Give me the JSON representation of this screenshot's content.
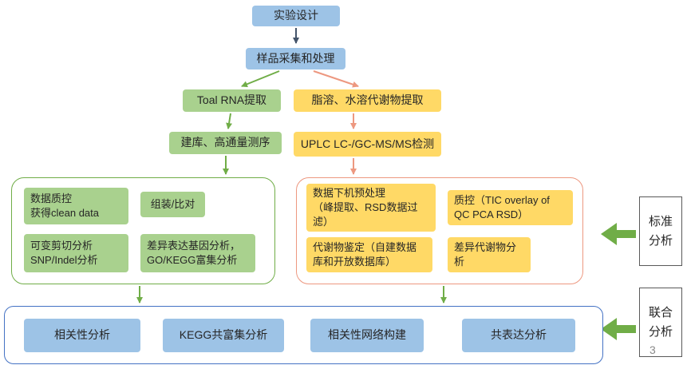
{
  "colors": {
    "blue_fill": "#9DC3E6",
    "green_fill": "#A9D18E",
    "yellow_fill": "#FFD966",
    "green_accent": "#70AD47",
    "salmon_accent": "#ED9880",
    "blue_accent": "#4472C4",
    "dark_arrow": "#44546A"
  },
  "flow": {
    "experiment_design": "实验设计",
    "sample_processing": "样品采集和处理",
    "rna_extraction": "Toal RNA提取",
    "metabolite_extraction": "脂溶、水溶代谢物提取",
    "library_sequencing": "建库、高通量测序",
    "ms_detection": "UPLC LC-/GC-MS/MS检测"
  },
  "transcriptome_panel": {
    "data_qc": "数据质控\n获得clean data",
    "assembly": "组装/比对",
    "splicing": "可变剪切分析\nSNP/Indel分析",
    "dge": "差异表达基因分析，\nGO/KEGG富集分析"
  },
  "metabolome_panel": {
    "preprocessing": "数据下机预处理\n（峰提取、RSD数据过滤）",
    "qc": "质控（TIC overlay of QC PCA RSD）",
    "identification": "代谢物鉴定（自建数据库和开放数据库）",
    "differential": "差异代谢物分析"
  },
  "joint_panel": {
    "correlation": "相关性分析",
    "kegg_enrichment": "KEGG共富集分析",
    "network": "相关性网络构建",
    "coexpression": "共表达分析"
  },
  "side_labels": {
    "standard": "标准\n分析",
    "joint": "联合\n分析"
  },
  "page": {
    "number": "3"
  }
}
